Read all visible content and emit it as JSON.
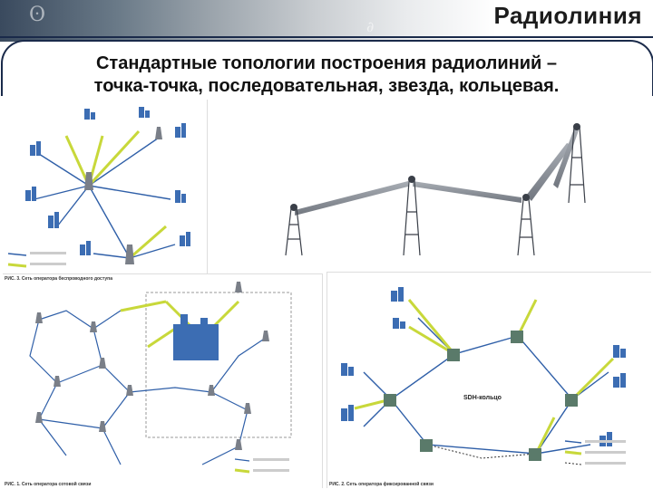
{
  "header": {
    "title": "Радиолиния",
    "subtitle_line1": "Стандартные топологии построения радиолиний –",
    "subtitle_line2": "точка-точка, последовательная, звезда, кольцевая."
  },
  "colors": {
    "link_blue": "#2f5fa8",
    "link_yellow": "#c8d83a",
    "building_blue": "#3c6db3",
    "header_dark": "#1a2a4a"
  },
  "figures": {
    "star": {
      "figure_caption": "РИС. 3. Сеть оператора беспроводного доступа"
    },
    "mesh": {
      "figure_caption": "РИС. 1. Сеть оператора сотовой связи"
    },
    "ring": {
      "figure_caption": "РИС. 2. Сеть оператора фиксированной связи",
      "ring_label": "SDH-кольцо"
    }
  },
  "icons": [
    "radio-tower-icon",
    "building-icon",
    "radio-link-icon",
    "equipment-box-icon"
  ]
}
